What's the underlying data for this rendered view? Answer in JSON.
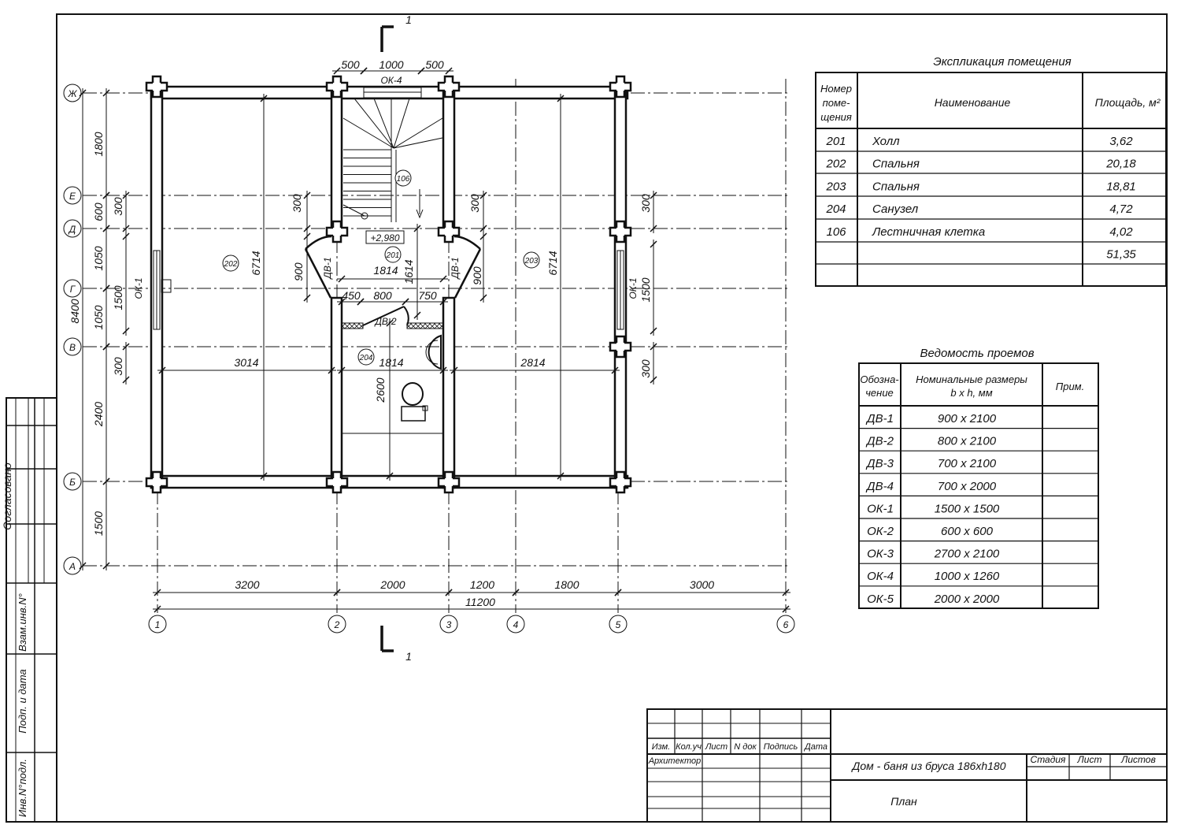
{
  "colors": {
    "ink": "#111111",
    "paper": "#ffffff"
  },
  "section_marker": {
    "top": "1",
    "bottom": "1"
  },
  "axes": {
    "letters": [
      "Ж",
      "Е",
      "Д",
      "Г",
      "В",
      "Б",
      "А"
    ],
    "numbers": [
      "1",
      "2",
      "3",
      "4",
      "5",
      "6"
    ]
  },
  "dims": {
    "top": [
      "500",
      "1000",
      "500"
    ],
    "bottom": [
      "3200",
      "2000",
      "1200",
      "1800",
      "3000"
    ],
    "bottom_total": "11200",
    "left": [
      "1800",
      "600",
      "1050",
      "1050",
      "2400",
      "1500"
    ],
    "left_total": "8400",
    "left_inner": [
      "300",
      "1500",
      "300"
    ],
    "right_inner": [
      "300",
      "1500",
      "300"
    ],
    "room202_depth": "6714",
    "room203_depth": "6714",
    "room202_width": "3014",
    "room203_width": "2814",
    "bath_width": "1814",
    "hall_width": "1814",
    "hall_depth": "1614",
    "bath_depth": "2600",
    "door_row": [
      "450",
      "800",
      "750"
    ],
    "dv1_left": "900",
    "dv1_right": "900",
    "stair_left": "300",
    "stair_right": "300",
    "level": "+2,980"
  },
  "rooms": [
    "202",
    "201",
    "203",
    "204",
    "106"
  ],
  "openings_labels": {
    "dv1": "ДВ-1",
    "dv2": "ДВ-2",
    "ok1": "ОК-1",
    "ok4": "ОК-4"
  },
  "explication": {
    "title": "Экспликация помещения",
    "headers": [
      "Номер",
      "поме-",
      "щения",
      "Наименование",
      "Площадь, м²"
    ],
    "rows": [
      [
        "201",
        "Холл",
        "3,62"
      ],
      [
        "202",
        "Спальня",
        "20,18"
      ],
      [
        "203",
        "Спальня",
        "18,81"
      ],
      [
        "204",
        "Санузел",
        "4,72"
      ],
      [
        "106",
        "Лестничная клетка",
        "4,02"
      ],
      [
        "",
        "",
        "51,35"
      ]
    ]
  },
  "openings": {
    "title": "Ведомость проемов",
    "headers": [
      "Обозна-",
      "чение",
      "Номинальные размеры",
      "b x h, мм",
      "Прим."
    ],
    "rows": [
      [
        "ДВ-1",
        "900 x 2100"
      ],
      [
        "ДВ-2",
        "800 x 2100"
      ],
      [
        "ДВ-3",
        "700 x 2100"
      ],
      [
        "ДВ-4",
        "700 x 2000"
      ],
      [
        "ОК-1",
        "1500 x 1500"
      ],
      [
        "ОК-2",
        "600 x 600"
      ],
      [
        "ОК-3",
        "2700 x 2100"
      ],
      [
        "ОК-4",
        "1000 x 1260"
      ],
      [
        "ОК-5",
        "2000 x 2000"
      ]
    ]
  },
  "title_block": {
    "cols": [
      "Изм.",
      "Кол.уч",
      "Лист",
      "N док",
      "Подпись",
      "Дата"
    ],
    "role": "Архитектор",
    "project": "Дом - баня из бруса 186xh180",
    "sheet_name": "План",
    "stage_headers": [
      "Стадия",
      "Лист",
      "Листов"
    ]
  },
  "side_stamp": [
    "Согласовано",
    "Взам.инв.N°",
    "Подп. и дата",
    "Инв.N°подл."
  ]
}
